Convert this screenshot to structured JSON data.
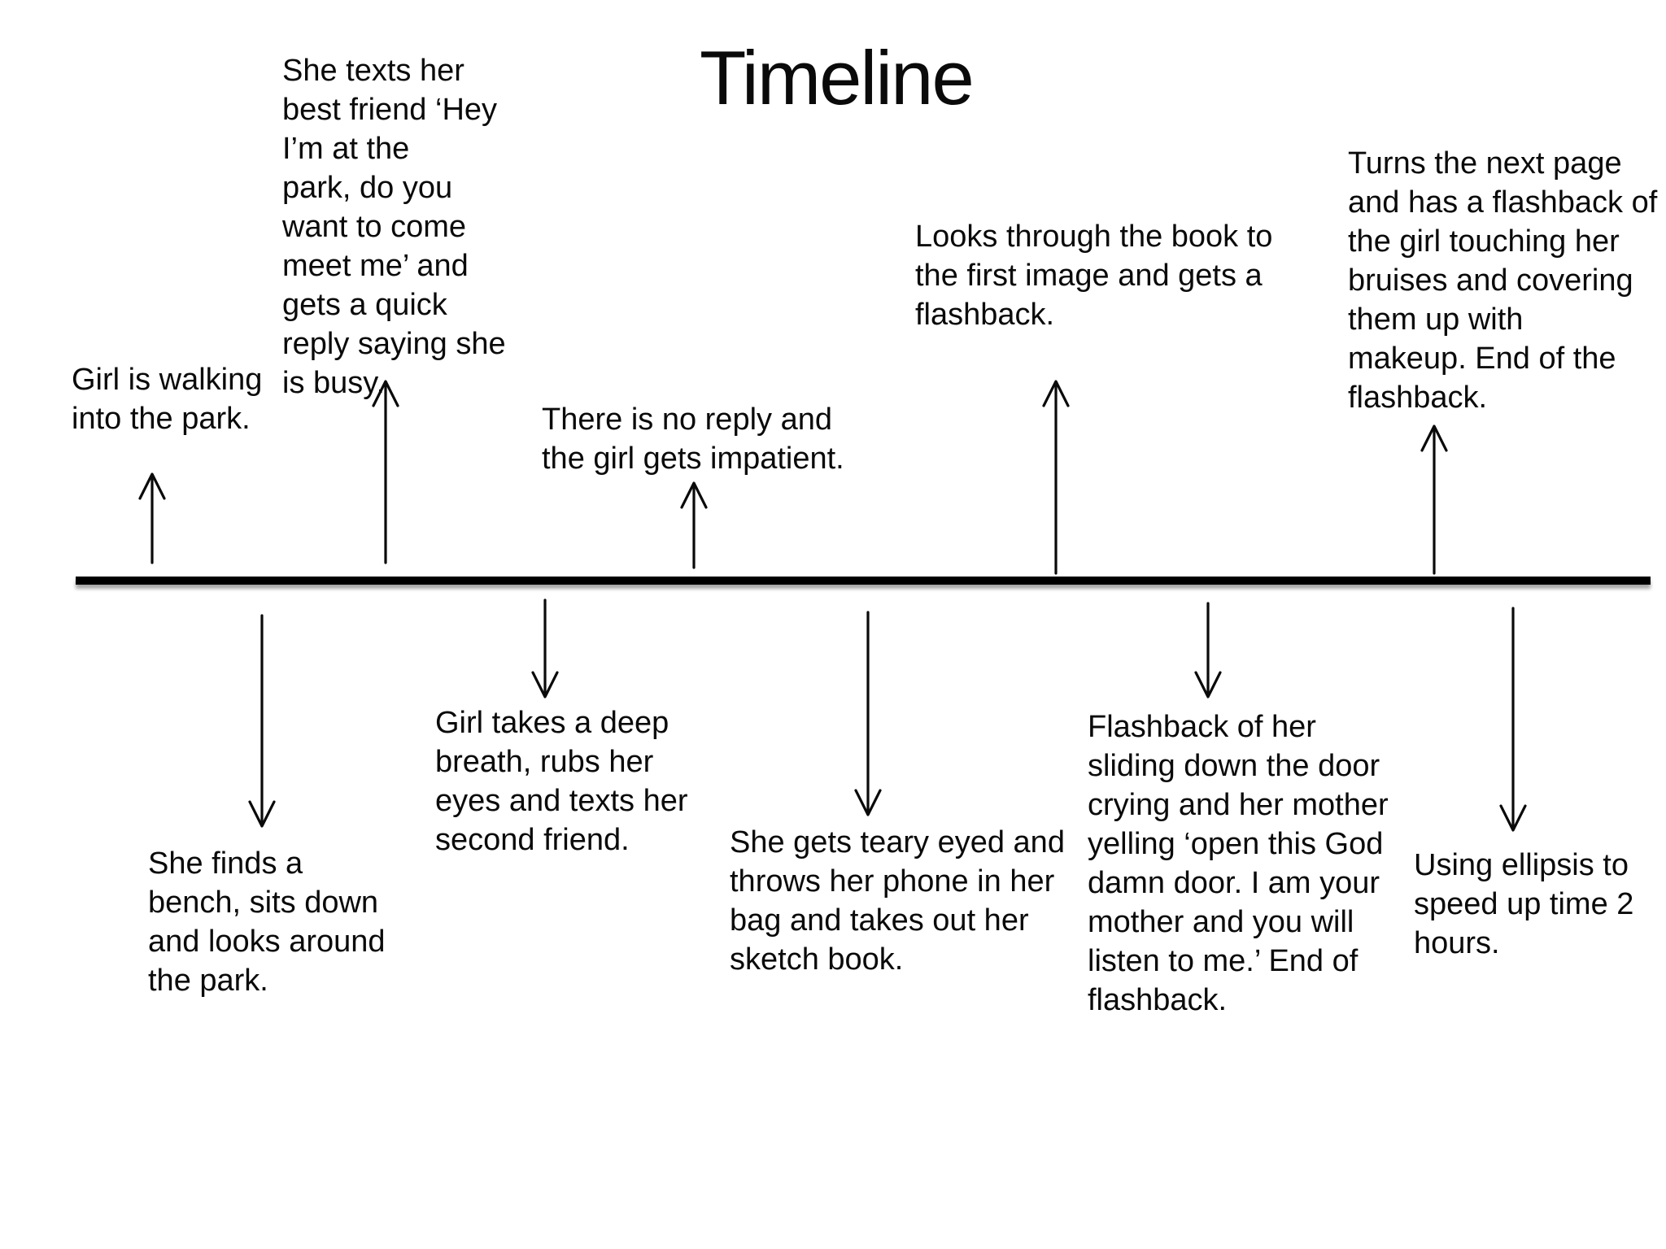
{
  "title": "Timeline",
  "timeline": {
    "above": [
      {
        "id": "girl-walking",
        "text": "Girl is walking\ninto the park."
      },
      {
        "id": "texts-best-friend",
        "text": "She texts her\nbest friend ‘Hey\nI’m at the\npark, do you\nwant to come\nmeet me’ and\ngets a quick\nreply saying she\nis busy."
      },
      {
        "id": "no-reply",
        "text": "There is no reply and\nthe girl gets impatient."
      },
      {
        "id": "looks-book",
        "text": "Looks through the book to\nthe first image and gets a\nflashback."
      },
      {
        "id": "turns-page",
        "text": "Turns the next page\nand has a flashback of\nthe girl touching her\nbruises and covering\nthem up with\nmakeup. End of the\nflashback."
      }
    ],
    "below": [
      {
        "id": "finds-bench",
        "text": "She finds a\nbench, sits down\nand looks around\nthe park."
      },
      {
        "id": "deep-breath",
        "text": "Girl takes a deep\nbreath, rubs her\neyes and texts her\nsecond friend."
      },
      {
        "id": "teary-eyed",
        "text": "She gets teary eyed and\nthrows her phone in her\nbag and takes out her\nsketch book."
      },
      {
        "id": "flashback-mother",
        "text": "Flashback of her\nsliding down the door\ncrying and her mother\nyelling ‘open this God\ndamn door. I am your\nmother and you will\nlisten to me.’ End of\nflashback."
      },
      {
        "id": "ellipsis",
        "text": "Using ellipsis to\nspeed up time 2\nhours."
      }
    ]
  },
  "colors": {
    "ink": "#0a0a0a",
    "background": "#ffffff"
  }
}
